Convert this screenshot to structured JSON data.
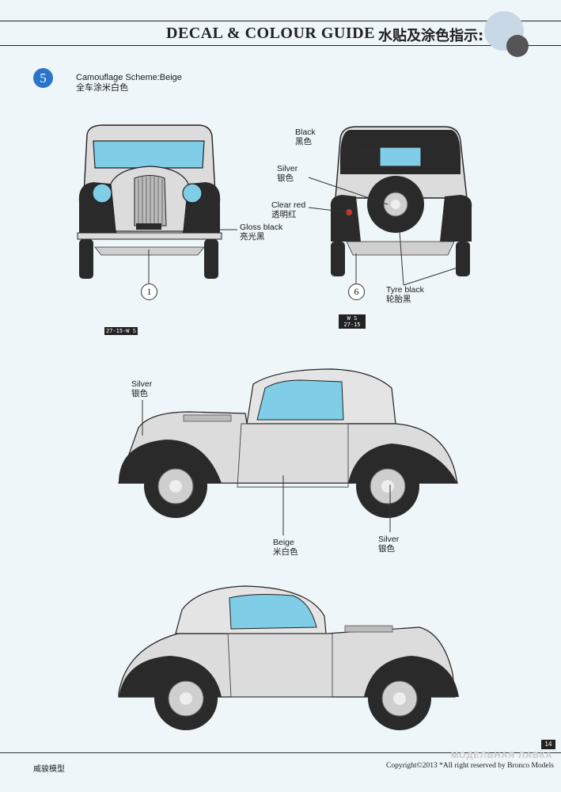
{
  "header": {
    "title": "DECAL & COLOUR GUIDE",
    "title_cn": "水贴及涂色指示:"
  },
  "scheme": {
    "step_number": "5",
    "name": "Camouflage Scheme:Beige",
    "name_cn": "全车涂米白色"
  },
  "callouts": {
    "gloss_black": {
      "en": "Gloss black",
      "cn": "亮光黑"
    },
    "black": {
      "en": "Black",
      "cn": "黑色"
    },
    "silver_rear": {
      "en": "Silver",
      "cn": "银色"
    },
    "clear_red": {
      "en": "Clear red",
      "cn": "透明红"
    },
    "tyre_black": {
      "en": "Tyre black",
      "cn": "轮胎黑"
    },
    "silver_light": {
      "en": "Silver",
      "cn": "银色"
    },
    "beige": {
      "en": "Beige",
      "cn": "米白色"
    },
    "silver_wheel": {
      "en": "Silver",
      "cn": "银色"
    }
  },
  "decal_refs": {
    "front": "1",
    "rear": "6"
  },
  "plates": {
    "front": "27-15-W S",
    "rear_line1": "W S",
    "rear_line2": "27-15"
  },
  "footer": {
    "brand_cn": "威骏模型",
    "copyright": "Copyright©2013 *All right reserved by Bronco Models",
    "page": "14",
    "watermark": "МОДЕЛЬНАЯ ЛАВКА"
  },
  "colors": {
    "body_beige": "#dcdcdc",
    "fender_black": "#2a2a2a",
    "glass": "#7fcde6",
    "accent_blue": "#2a75c9"
  }
}
